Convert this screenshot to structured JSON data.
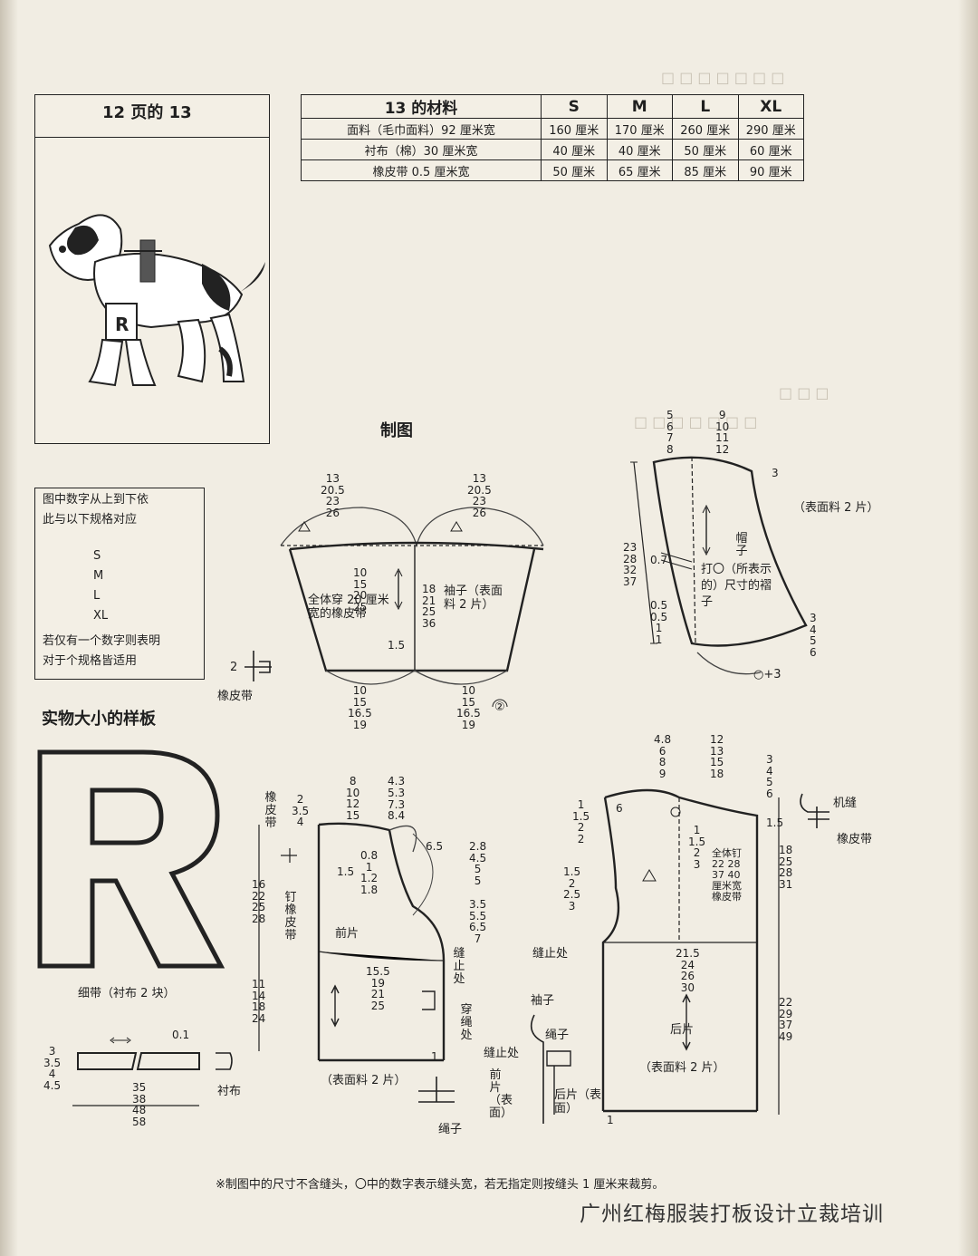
{
  "header": {
    "page_ref": "12 页的 13",
    "materials_title": "13 的材料"
  },
  "materials": {
    "sizes": [
      "S",
      "M",
      "L",
      "XL"
    ],
    "rows": [
      {
        "label": "面料（毛巾面料）92 厘米宽",
        "values": [
          "160 厘米",
          "170 厘米",
          "260 厘米",
          "290 厘米"
        ]
      },
      {
        "label": "衬布（棉）30 厘米宽",
        "values": [
          "40 厘米",
          "40 厘米",
          "50 厘米",
          "60 厘米"
        ]
      },
      {
        "label": "橡皮带 0.5 厘米宽",
        "values": [
          "50 厘米",
          "65 厘米",
          "85 厘米",
          "90 厘米"
        ]
      }
    ]
  },
  "size_note": {
    "line1": "图中数字从上到下依",
    "line2": "此与以下规格对应",
    "sizes": [
      "S",
      "M",
      "L",
      "XL"
    ],
    "line3": "若仅有一个数字则表明",
    "line4": "对于个规格皆适用"
  },
  "labels": {
    "draft_title": "制图",
    "template_title": "实物大小的样板",
    "elastic": "橡皮带",
    "sleeve": "袖子（表面料 2 片）",
    "sleeve_elastic": "全体穿 20 厘米宽的橡皮带",
    "hood_outer": "（表面料 2 片）",
    "hood_v": "帽子",
    "hood_pleat": "打〇（所表示的）尺寸的褶子",
    "front": "前片",
    "front_outer": "（表面料 2 片）",
    "attach_elastic": "钉橡皮带",
    "stop_seam": "缝止处",
    "thread_through": "穿绳处",
    "rope": "绳子",
    "front_face": "前片（表面）",
    "back": "后片",
    "back_outer": "（表面料 2 片）",
    "back_face": "后片（表面）",
    "machine_seam": "机缝",
    "back_elastic": "全体钉 22 28 37 40 厘米宽橡皮带",
    "sleeve2": "袖子",
    "rope2": "绳子",
    "stop_seam2": "缝止处",
    "thin_band": "细带（衬布 2 块）",
    "lining": "衬布",
    "letter": "R",
    "circle2": "②",
    "o3": "○+3"
  },
  "numbers": {
    "sleeve_top": "13\n20.5\n23\n26",
    "sleeve_top2": "13\n20.5\n23\n26",
    "sleeve_mid": "10\n15\n20\n25",
    "sleeve_len": "18\n21\n25\n36",
    "sleeve_bot": "10\n15\n16.5\n19",
    "sleeve_bot2": "10\n15\n16.5\n19",
    "sleeve_15": "1.5",
    "sleeve_2": "2",
    "hood_top1": "5\n6\n7\n8",
    "hood_top2": "9\n10\n11\n12",
    "hood_3": "3",
    "hood_len": "23\n28\n32\n37",
    "hood_07": "0.7",
    "hood_bot": "0.5\n0.5\n1\n1",
    "hood_right": "3\n4\n5\n6",
    "front_top1": "8\n10\n12\n15",
    "front_top2": "5.3\n7.3\n8.4",
    "front_top2b": "4.3",
    "front_left": "2\n3.5\n4",
    "front_neck": "0.8\n1\n1.2\n1.8",
    "front_15": "1.5",
    "front_65": "6.5",
    "front_r1": "2.8\n4.5\n5\n5",
    "front_r2": "3.5\n5.5\n6.5\n7",
    "front_len1": "16\n22\n25\n28",
    "front_len2": "11\n14\n18\n24",
    "front_chest": "15.5\n19\n21\n25",
    "front_1": "1",
    "back_top1": "4.8\n6\n8\n9",
    "back_top2": "12\n13\n15\n18",
    "back_r": "3\n4\n5\n6",
    "back_l1": "1\n1.5\n2\n2",
    "back_6": "6",
    "back_15": "1.5",
    "back_neck": "1\n1.5\n2\n3",
    "back_l2": "1.5\n2\n2.5\n3",
    "back_len1": "18\n25\n28\n31",
    "back_chest": "21.5\n24\n26\n30",
    "back_len2": "22\n29\n37\n49",
    "back_1": "1",
    "band_left": "3\n3.5\n4\n4.5",
    "band_len": "35\n38\n48\n58",
    "band_01": "0.1"
  },
  "footer": {
    "note": "※制图中的尺寸不含缝头，〇中的数字表示缝头宽，若无指定则按缝头 1 厘米来裁剪。",
    "brand": "广州红梅服装打板设计立裁培训"
  }
}
